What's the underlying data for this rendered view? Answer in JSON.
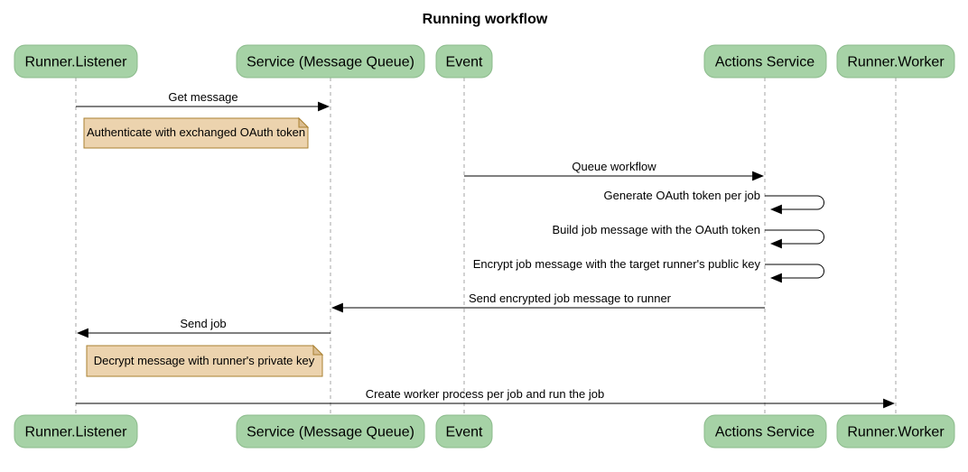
{
  "diagram_type": "sequence-diagram",
  "title": "Running workflow",
  "colors": {
    "background": "#ffffff",
    "actor_fill": "#a6d2a6",
    "actor_border": "#8cbb8c",
    "note_fill": "#ecd3ae",
    "note_border": "#aa8132",
    "lifeline": "#a6a6a6",
    "message_line": "#000000",
    "text": "#000000"
  },
  "participants": [
    {
      "id": "runner-listener",
      "label": "Runner.Listener"
    },
    {
      "id": "service-message-queue",
      "label": "Service (Message Queue)"
    },
    {
      "id": "event",
      "label": "Event"
    },
    {
      "id": "actions-service",
      "label": "Actions Service"
    },
    {
      "id": "runner-worker",
      "label": "Runner.Worker"
    }
  ],
  "messages": [
    {
      "label": "Get message",
      "from": "Runner.Listener",
      "to": "Service (Message Queue)"
    },
    {
      "label": "Queue workflow",
      "from": "Event",
      "to": "Actions Service"
    },
    {
      "label": "Generate OAuth token per job",
      "from": "Actions Service",
      "to": "Actions Service"
    },
    {
      "label": "Build job message with the OAuth token",
      "from": "Actions Service",
      "to": "Actions Service"
    },
    {
      "label": "Encrypt job message with the target runner's public key",
      "from": "Actions Service",
      "to": "Actions Service"
    },
    {
      "label": "Send encrypted job message to runner",
      "from": "Actions Service",
      "to": "Service (Message Queue)"
    },
    {
      "label": "Send job",
      "from": "Service (Message Queue)",
      "to": "Runner.Listener"
    },
    {
      "label": "Create worker process per job and run the job",
      "from": "Runner.Listener",
      "to": "Runner.Worker"
    }
  ],
  "notes": [
    {
      "label": "Authenticate with exchanged OAuth token",
      "over": "Runner.Listener"
    },
    {
      "label": "Decrypt message with runner's private key",
      "over": "Runner.Listener"
    }
  ]
}
